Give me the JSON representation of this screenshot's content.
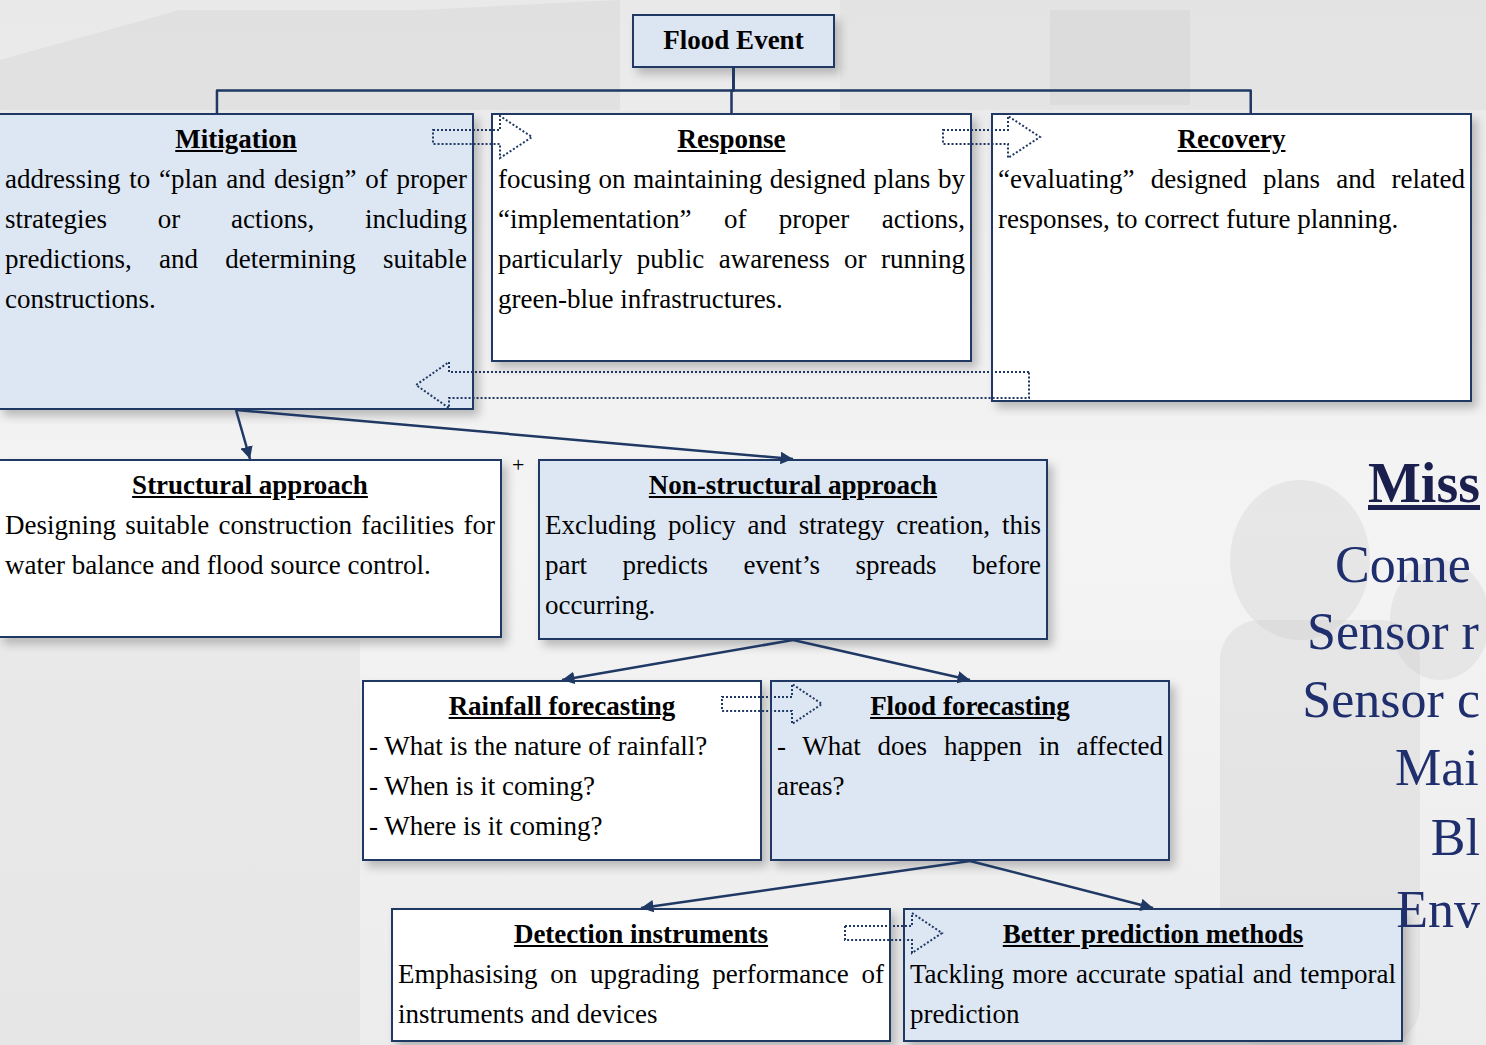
{
  "diagram": {
    "nodes": [
      {
        "text": [
          "Flood Event"
        ]
      },
      {
        "text": [
          "Mitigation",
          "addressing to “plan and design” of proper strategies or actions, including predictions, and determining suitable constructions."
        ]
      },
      {
        "text": [
          "Response",
          "focusing on maintaining designed plans by “implementation” of proper actions, particularly public awareness or running green-blue infrastructures."
        ]
      },
      {
        "text": [
          "Recovery",
          "“evaluating” designed plans and related responses, to correct future planning."
        ]
      },
      {
        "text": [
          "Structural approach",
          "Designing suitable construction facilities for water balance and flood source control."
        ]
      },
      {
        "text": [
          "Non-structural approach",
          "Excluding policy and strategy creation, this part predicts event’s spreads before occurring."
        ]
      },
      {
        "text": [
          "Rainfall forecasting",
          "- What is the nature of rainfall?",
          "- When is it coming?",
          "- Where is it coming?"
        ]
      },
      {
        "text": [
          "Flood forecasting",
          "- What does happen in affected areas?"
        ]
      },
      {
        "text": [
          "Detection instruments",
          "Emphasising on upgrading performance of instruments and devices"
        ]
      },
      {
        "text": [
          "Better prediction methods",
          "Tackling more accurate spatial and temporal prediction"
        ]
      }
    ],
    "edges": [
      {
        "from": 0,
        "to": 1,
        "arrow": "none"
      },
      {
        "from": 0,
        "to": 2,
        "arrow": "none"
      },
      {
        "from": 0,
        "to": 3,
        "arrow": "none"
      },
      {
        "from": 1,
        "to": 2,
        "arrow": "to"
      },
      {
        "from": 2,
        "to": 3,
        "arrow": "to"
      },
      {
        "from": 3,
        "to": 1,
        "arrow": "to"
      },
      {
        "from": 1,
        "to": 4,
        "arrow": "to"
      },
      {
        "from": 1,
        "to": 5,
        "arrow": "to"
      },
      {
        "from": 5,
        "to": 6,
        "arrow": "to"
      },
      {
        "from": 5,
        "to": 7,
        "arrow": "to"
      },
      {
        "from": 6,
        "to": 7,
        "arrow": "to"
      },
      {
        "from": 7,
        "to": 8,
        "arrow": "to"
      },
      {
        "from": 7,
        "to": 9,
        "arrow": "to"
      },
      {
        "from": 8,
        "to": 9,
        "arrow": "to"
      }
    ],
    "labels": [
      "+",
      "Miss",
      "Conne",
      "Sensor r",
      "Sensor c",
      "Mai",
      "Bl",
      "Env"
    ]
  }
}
